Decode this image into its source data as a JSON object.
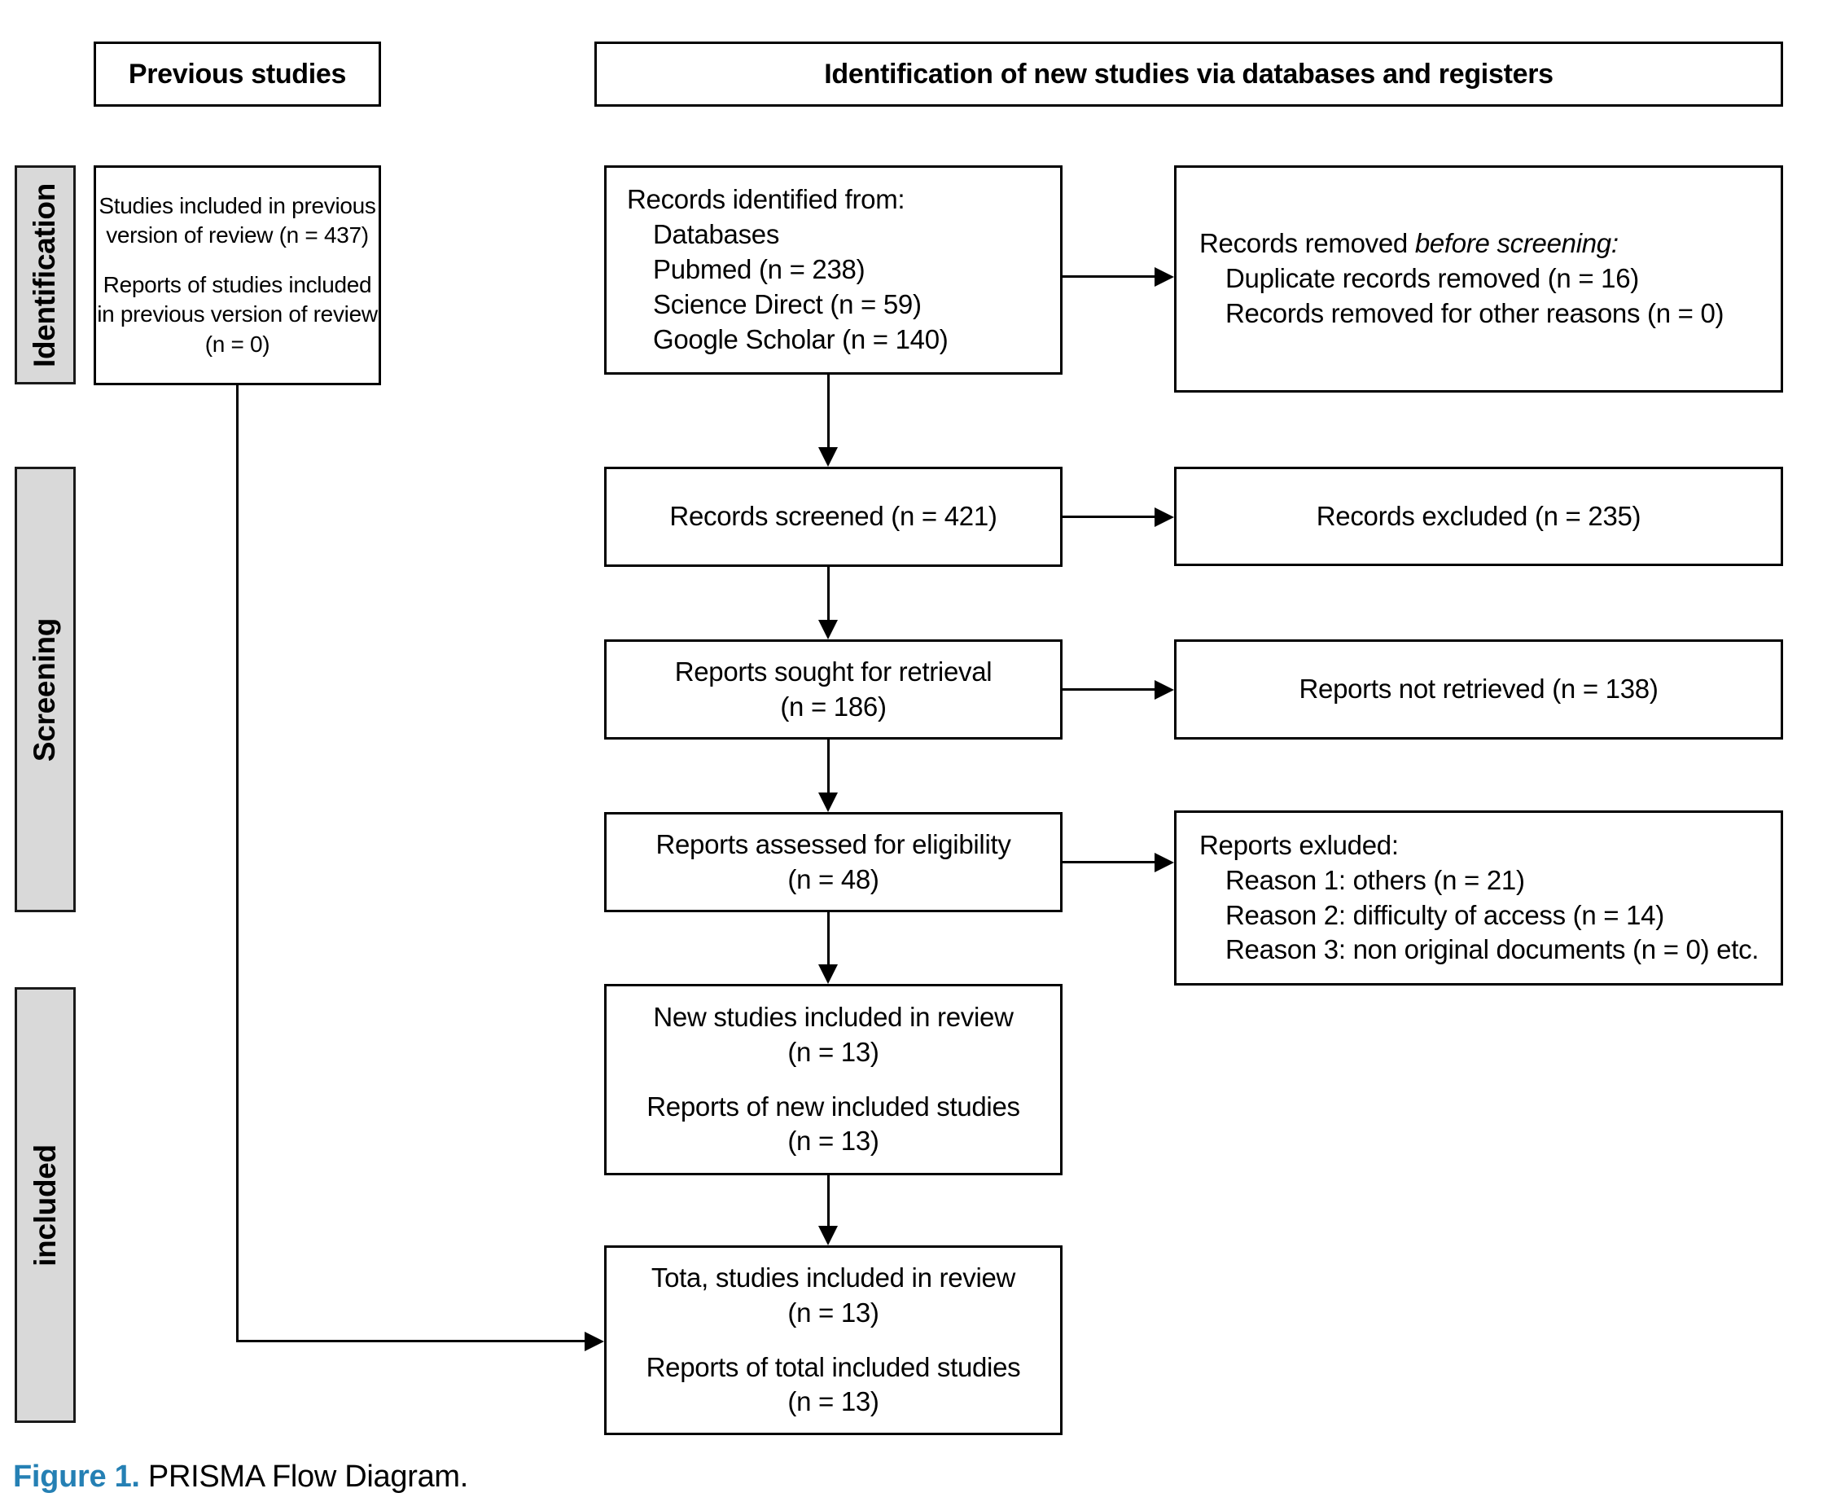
{
  "headers": {
    "previous_studies": "Previous studies",
    "new_studies": "Identification of new studies via databases and registers"
  },
  "sidebar": {
    "identification": "Identification",
    "screening": "Screening",
    "included": "included"
  },
  "boxes": {
    "previous_review": {
      "para1": [
        "Studies included in previous",
        "version of review (n = 437)"
      ],
      "para2": [
        "Reports of studies included",
        "in previous version of review",
        "(n = 0)"
      ]
    },
    "records_identified": {
      "title": "Records identified from:",
      "items": [
        "Databases",
        "Pubmed (n = 238)",
        "Science Direct (n = 59)",
        "Google Scholar (n = 140)"
      ]
    },
    "records_removed": {
      "title_prefix": "Records removed ",
      "title_italic": "before screening:",
      "items": [
        "Duplicate records removed (n = 16)",
        "Records removed for other reasons (n = 0)"
      ]
    },
    "records_screened": {
      "line": "Records screened (n = 421)"
    },
    "records_excluded": {
      "line": "Records excluded (n = 235)"
    },
    "reports_sought": {
      "lines": [
        "Reports sought for retrieval",
        "(n = 186)"
      ]
    },
    "reports_not_retrieved": {
      "line": "Reports not retrieved (n = 138)"
    },
    "reports_assessed": {
      "lines": [
        "Reports assessed for eligibility",
        "(n = 48)"
      ]
    },
    "reports_excluded": {
      "title": "Reports exluded:",
      "items": [
        "Reason 1: others (n = 21)",
        "Reason 2: difficulty of access (n = 14)",
        "Reason 3: non original documents (n = 0) etc."
      ]
    },
    "new_studies_included": {
      "para1": [
        "New studies included in review",
        "(n = 13)"
      ],
      "para2": [
        "Reports of new included studies",
        "(n = 13)"
      ]
    },
    "total_studies_included": {
      "para1": [
        "Tota, studies included in review",
        "(n = 13)"
      ],
      "para2": [
        "Reports of total included studies",
        "(n = 13)"
      ]
    }
  },
  "caption": {
    "label": "Figure 1.",
    "text": " PRISMA Flow Diagram."
  },
  "colors": {
    "caption_blue": "#2580b4",
    "sidebar_gray": "#d9d9d9",
    "border_black": "#000000"
  }
}
